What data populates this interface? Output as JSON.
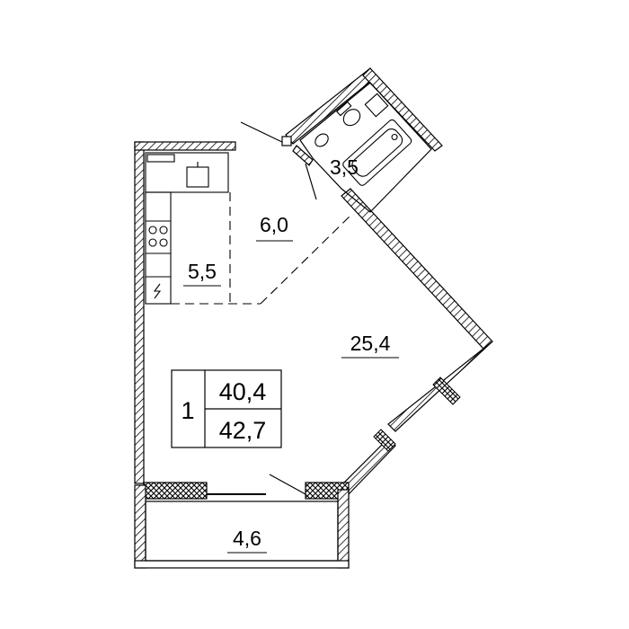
{
  "rooms": {
    "bathroom": "3,5",
    "hall": "6,0",
    "kitchen": "5,5",
    "living": "25,4",
    "balcony": "4,6"
  },
  "summary": {
    "rooms_count": "1",
    "living_area": "40,4",
    "total_area": "42,7"
  },
  "colors": {
    "wall_fill": "#ffffff",
    "line": "#000000"
  }
}
